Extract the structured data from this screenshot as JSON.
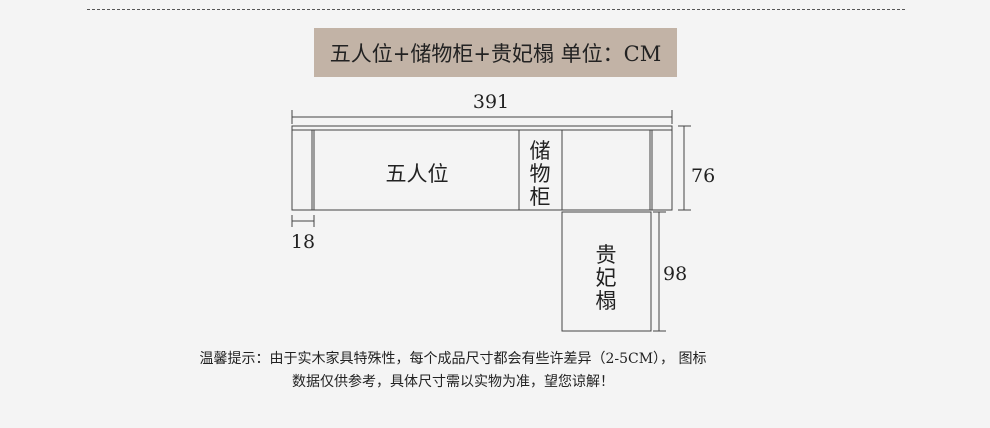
{
  "title": "五人位+储物柜+贵妃榻  单位：CM",
  "dimensions": {
    "total_width": "391",
    "arm_width": "18",
    "depth_main": "76",
    "depth_chaise": "98"
  },
  "sections": {
    "seat": "五人位",
    "storage": [
      "储",
      "物",
      "柜"
    ],
    "chaise": [
      "贵",
      "妃",
      "榻"
    ]
  },
  "note": {
    "line1": "温馨提示：由于实木家具特殊性，每个成品尺寸都会有些许差异（2-5CM）， 图标",
    "line2": "数据仅供参考，具体尺寸需以实物为准，望您谅解！"
  },
  "colors": {
    "title_bg": "#c2b3a6",
    "line": "#444444",
    "background": "#f4f4f4"
  }
}
